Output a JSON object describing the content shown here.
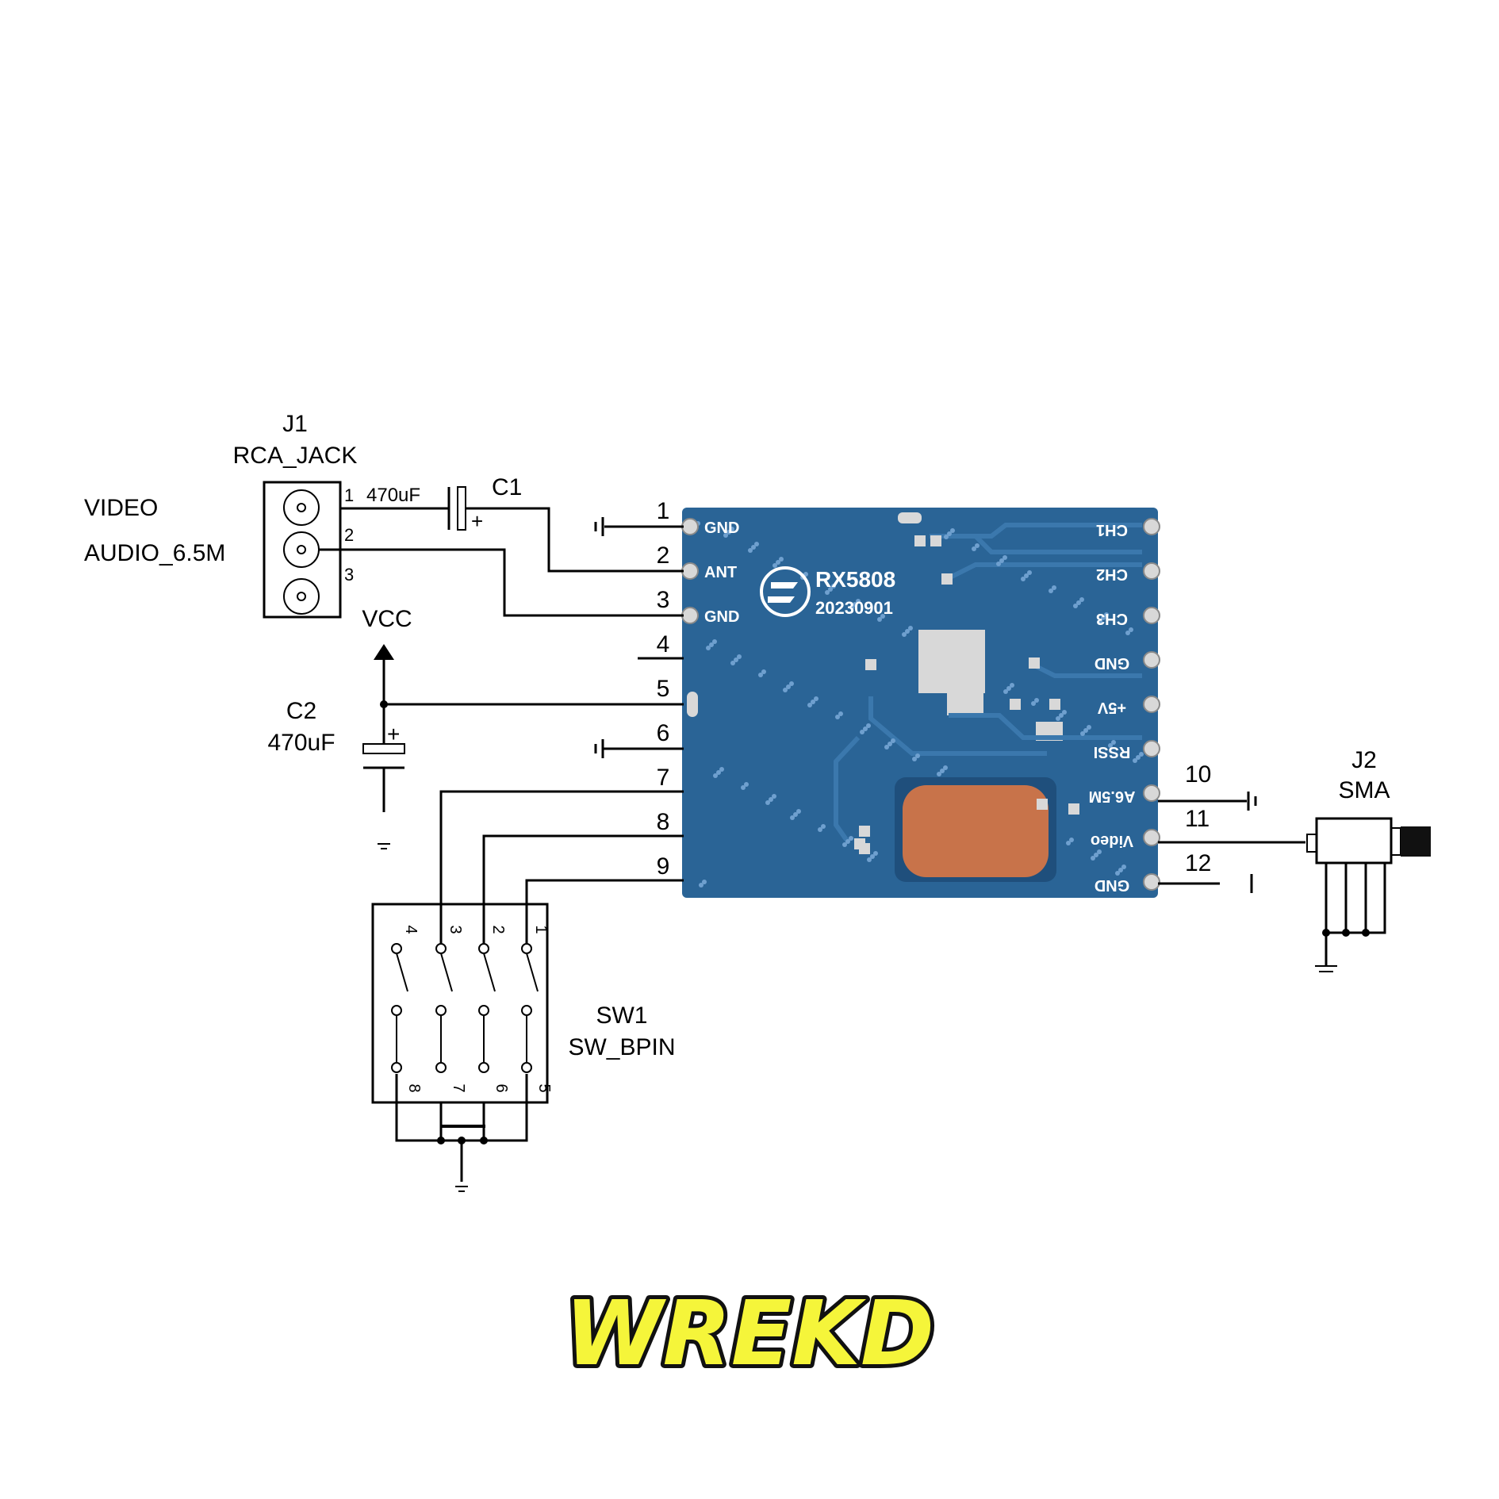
{
  "j1": {
    "ref": "J1",
    "part": "RCA_JACK",
    "signal_video": "VIDEO",
    "signal_audio": "AUDIO_6.5M",
    "pins": [
      "1",
      "2",
      "3"
    ]
  },
  "c1": {
    "ref": "C1",
    "value": "470uF",
    "polarity": "+"
  },
  "c2": {
    "ref": "C2",
    "value": "470uF",
    "polarity": "+"
  },
  "vcc": {
    "label": "VCC"
  },
  "module": {
    "name": "RX5808",
    "date_code": "20230901",
    "left_pins": [
      {
        "num": "1",
        "label": "GND"
      },
      {
        "num": "2",
        "label": "ANT"
      },
      {
        "num": "3",
        "label": "GND"
      },
      {
        "num": "4",
        "label": ""
      },
      {
        "num": "5",
        "label": ""
      },
      {
        "num": "6",
        "label": ""
      },
      {
        "num": "7",
        "label": ""
      },
      {
        "num": "8",
        "label": ""
      },
      {
        "num": "9",
        "label": ""
      }
    ],
    "right_pins": [
      {
        "num": "",
        "label": "CH1"
      },
      {
        "num": "",
        "label": "CH2"
      },
      {
        "num": "",
        "label": "CH3"
      },
      {
        "num": "",
        "label": "GND"
      },
      {
        "num": "",
        "label": "+5V"
      },
      {
        "num": "",
        "label": "RSSI"
      },
      {
        "num": "10",
        "label": "A6.5M"
      },
      {
        "num": "11",
        "label": "Video"
      },
      {
        "num": "12",
        "label": "GND"
      }
    ],
    "board_color": "#2a6496",
    "shield_color": "#c8734a"
  },
  "j2": {
    "ref": "J2",
    "part": "SMA"
  },
  "sw1": {
    "ref": "SW1",
    "part": "SW_BPIN",
    "top_pins": [
      "4",
      "3",
      "2",
      "1"
    ],
    "bottom_pins": [
      "8",
      "7",
      "6",
      "5"
    ]
  },
  "brand": {
    "text": "WREKD",
    "fill": "#f5f53a"
  }
}
